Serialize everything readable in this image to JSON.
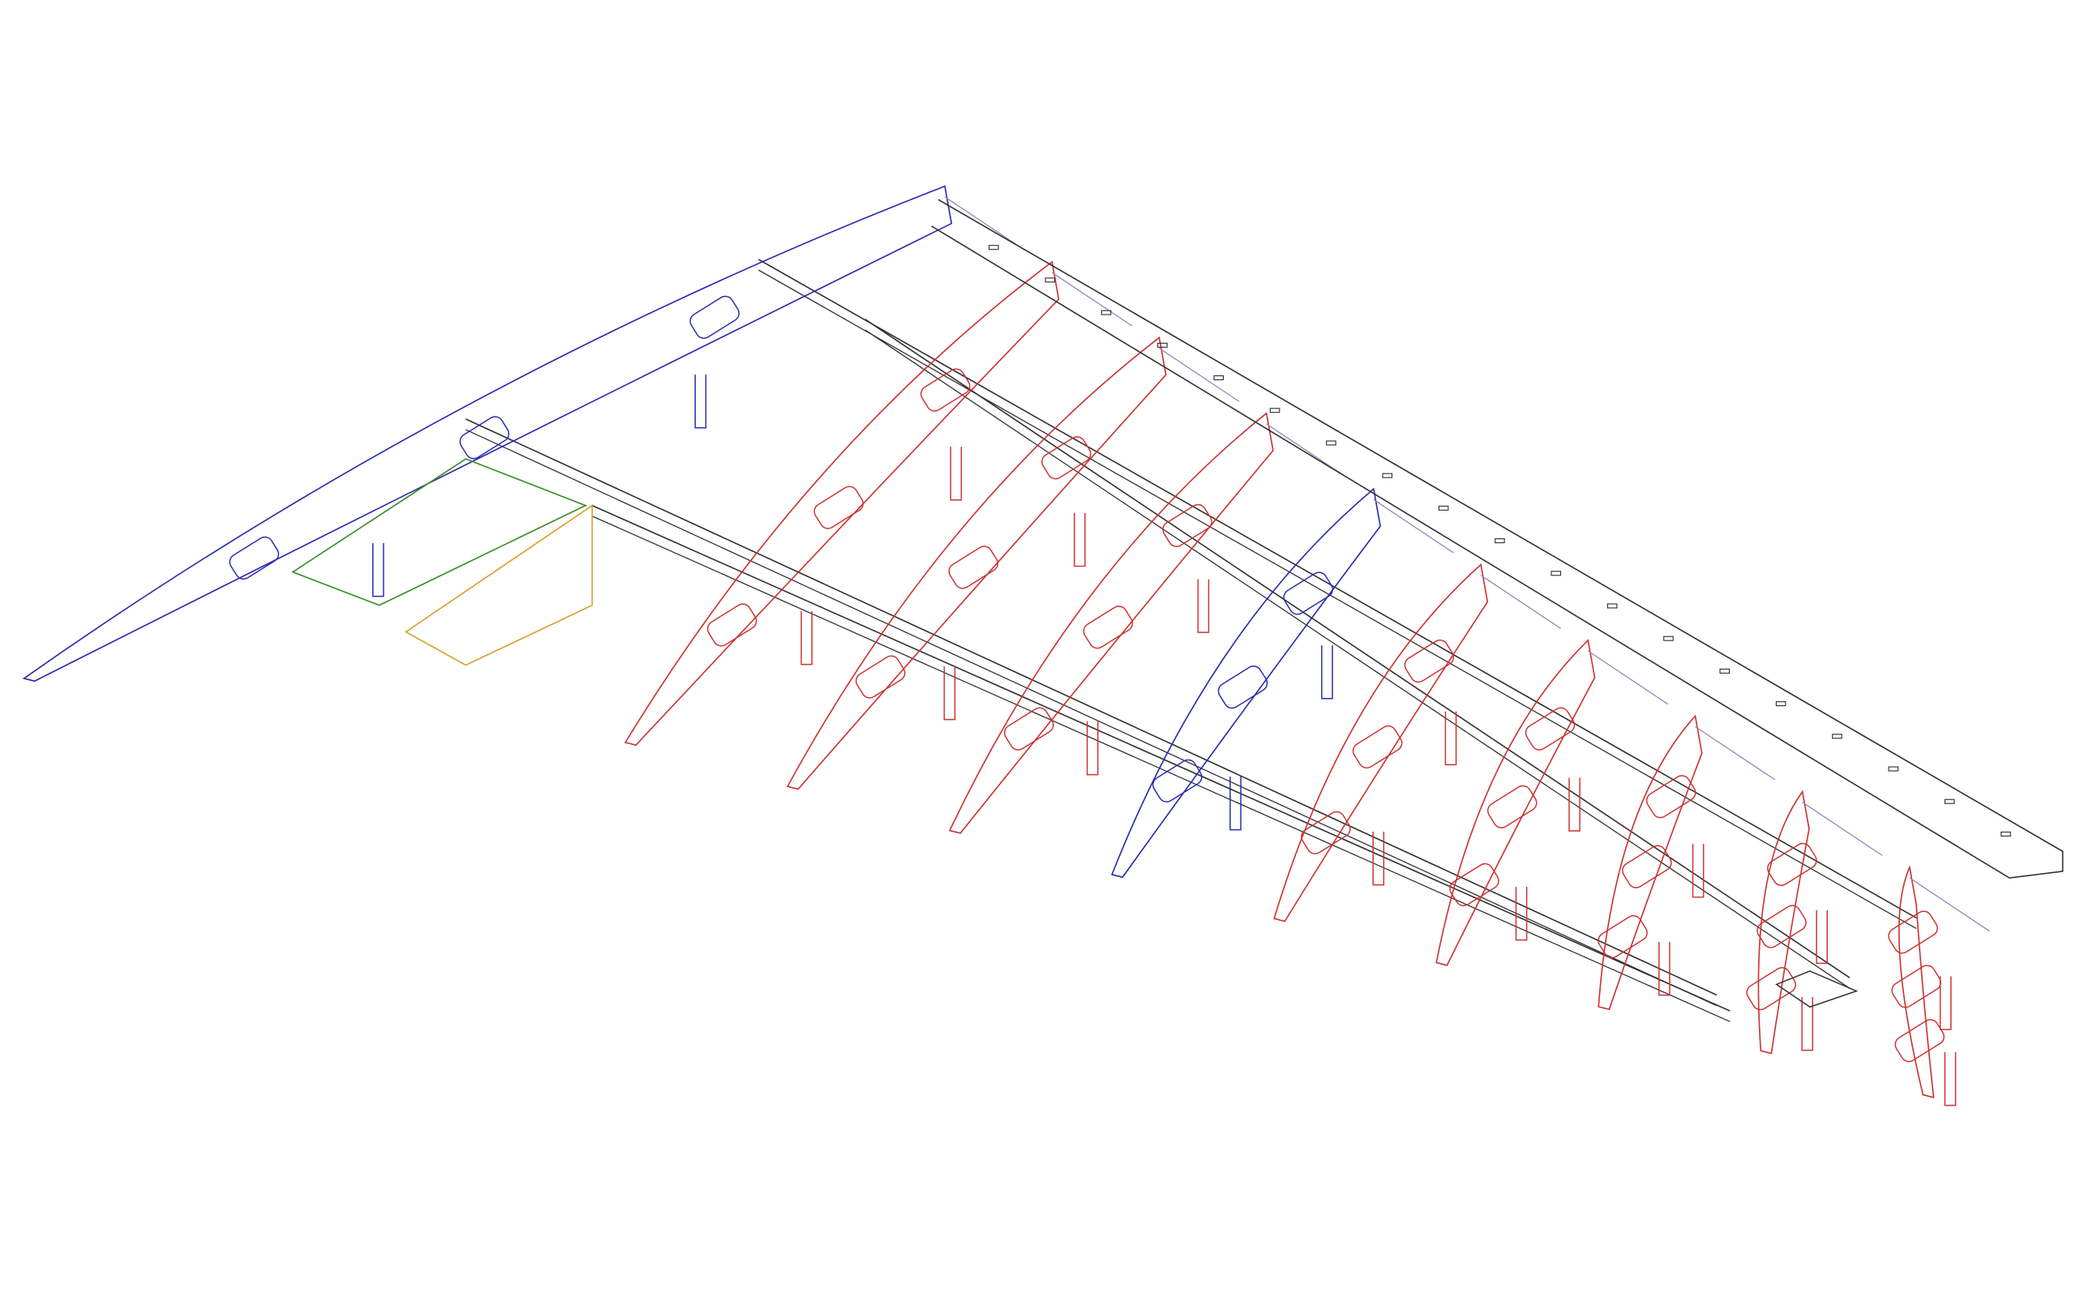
{
  "drawing": {
    "background": "#ffffff",
    "colors": {
      "structure": "#333333",
      "rib_red": "#cc3333",
      "rib_blue": "#2b2bb0",
      "root_green": "#3a8a2a",
      "root_orange": "#d9a030",
      "trailing_link": "#9a86b8"
    },
    "rib_colors": [
      "blue",
      "red",
      "red",
      "red",
      "blue",
      "red",
      "red",
      "red",
      "red",
      "red"
    ]
  }
}
